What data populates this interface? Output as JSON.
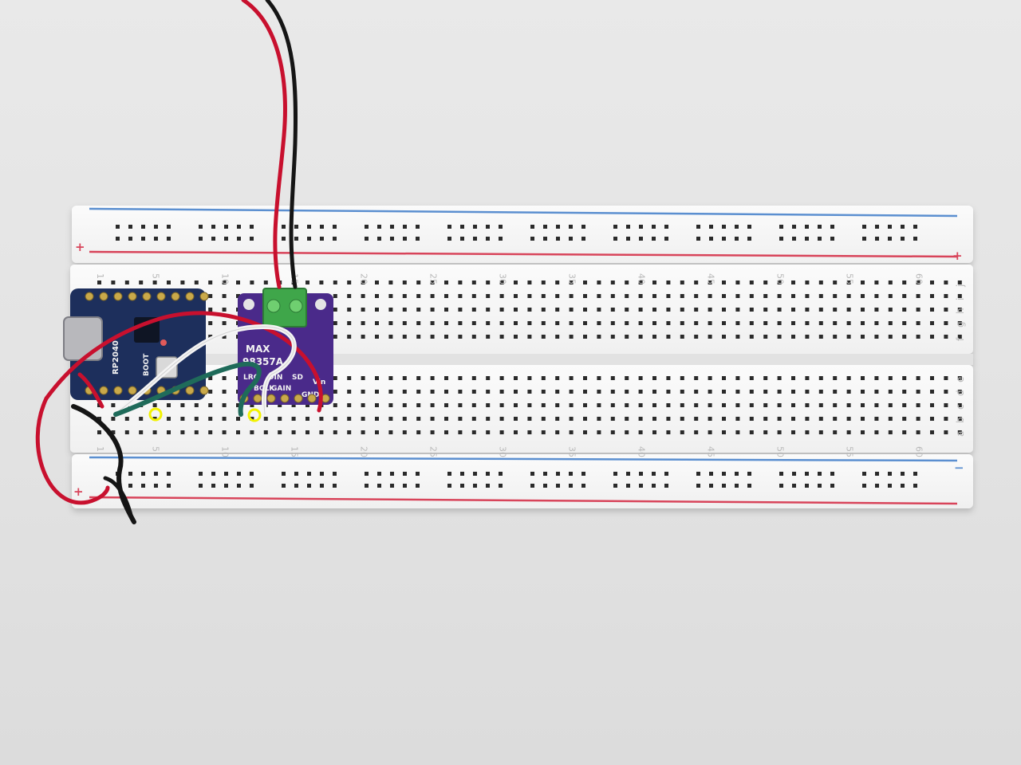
{
  "breadboard": {
    "column_numbers": [
      "1",
      "5",
      "10",
      "15",
      "20",
      "25",
      "30",
      "35",
      "40",
      "45",
      "50",
      "55",
      "60"
    ],
    "top_row_letters": [
      "j",
      "i",
      "h",
      "g",
      "f"
    ],
    "bottom_row_letters": [
      "e",
      "d",
      "c",
      "b",
      "a"
    ],
    "rail_signs": {
      "plus": "+",
      "minus": "−"
    }
  },
  "amplifier_board": {
    "label_line1": "MAX",
    "label_line2": "98357A",
    "pins": [
      "LRC",
      "BCLK",
      "DIN",
      "GAIN",
      "SD",
      "GND",
      "Vin"
    ]
  },
  "microcontroller_board": {
    "labels": [
      "RP2040",
      "BOOT"
    ]
  },
  "markers": {
    "color": "#f2f200",
    "count": 2
  },
  "colors": {
    "wire_red": "#c8102e",
    "wire_black": "#151515",
    "wire_white": "#f4f4f4",
    "wire_green": "#1f6b5a",
    "rail_red_line": "#d8445a",
    "rail_blue_line": "#5b8fd0",
    "amp_pcb": "#4a2a8a",
    "mcu_pcb": "#1d2f5c",
    "terminal_block": "#3fa64a"
  }
}
